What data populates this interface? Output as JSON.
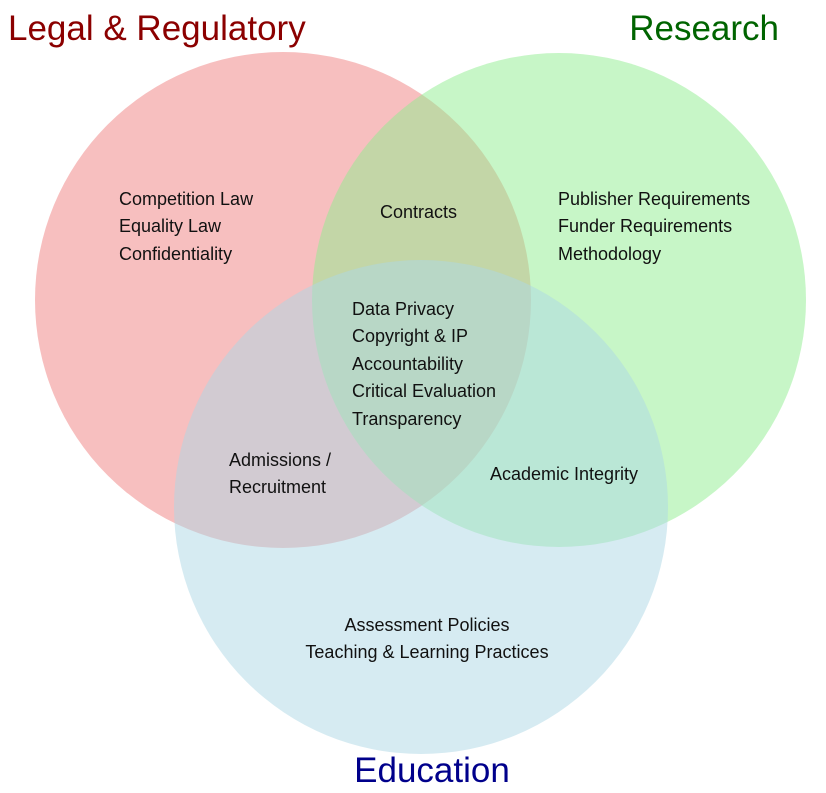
{
  "colors": {
    "legal_fill": "#f08080",
    "research_fill": "#90ee90",
    "education_fill": "#add8e6",
    "legal_title": "#8b0000",
    "research_title": "#006400",
    "education_title": "#00008b"
  },
  "titles": {
    "legal": "Legal & Regulatory",
    "research": "Research",
    "education": "Education"
  },
  "regions": {
    "legal_only": [
      "Competition Law",
      "Equality Law",
      "Confidentiality"
    ],
    "legal_research": [
      "Contracts"
    ],
    "research_only": [
      "Publisher Requirements",
      "Funder Requirements",
      "Methodology"
    ],
    "all_three": [
      "Data Privacy",
      "Copyright & IP",
      "Accountability",
      "Critical Evaluation",
      "Transparency"
    ],
    "legal_education": [
      "Admissions /",
      "Recruitment"
    ],
    "research_education": [
      "Academic Integrity"
    ],
    "education_only": [
      "Assessment Policies",
      "Teaching & Learning Practices"
    ]
  }
}
